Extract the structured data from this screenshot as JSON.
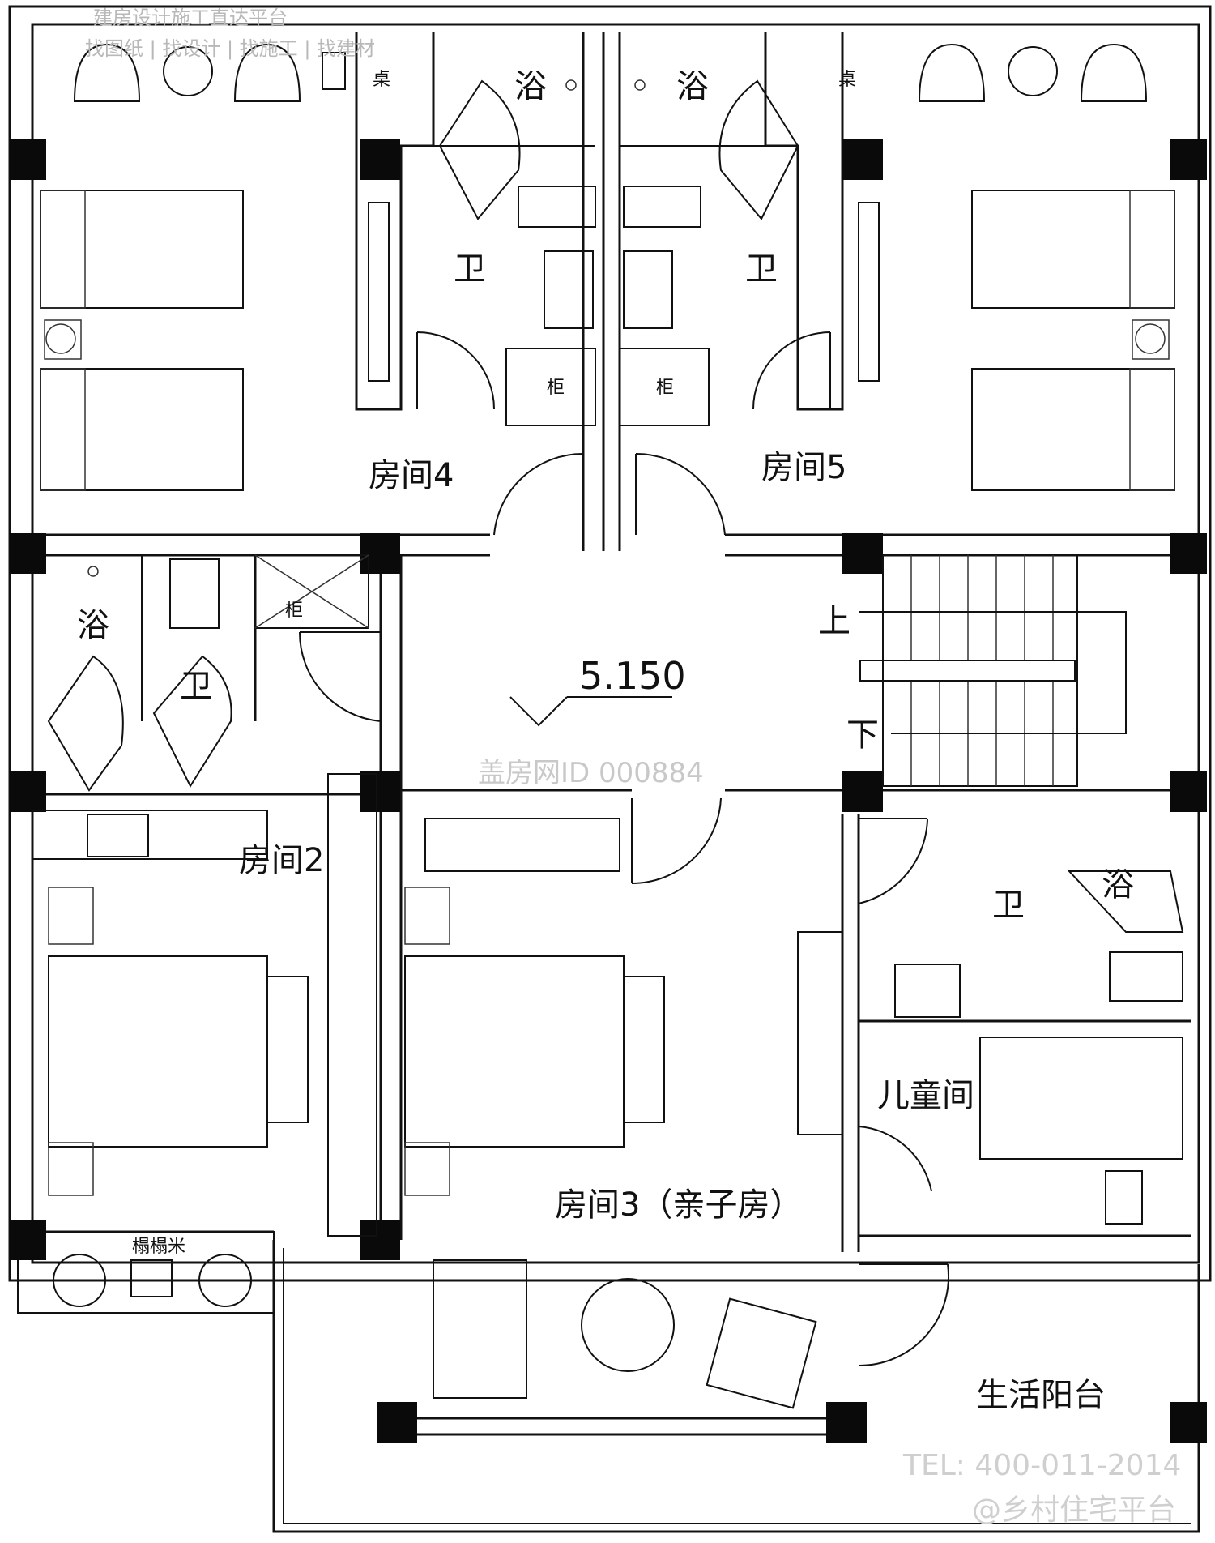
{
  "rooms": {
    "room4": "房间4",
    "room5": "房间5",
    "room2": "房间2",
    "room3": "房间3（亲子房）",
    "kids": "儿童间",
    "balcony": "生活阳台"
  },
  "fixtures": {
    "bath": "浴",
    "toilet": "卫",
    "desk": "桌",
    "cabinet": "柜",
    "tatami": "榻榻米"
  },
  "stairs": {
    "up": "上",
    "down": "下"
  },
  "elevation": "5.150",
  "watermarks": {
    "center": "盖房网ID 000884",
    "tel": "TEL: 400-011-2014",
    "brand": "@乡村住宅平台",
    "top_line1": "建房设计施工直达平台",
    "top_line2": "找图纸 | 找设计 | 找施工 | 找建材"
  },
  "colors": {
    "line": "#111111",
    "watermark": "#c8c8c8"
  }
}
